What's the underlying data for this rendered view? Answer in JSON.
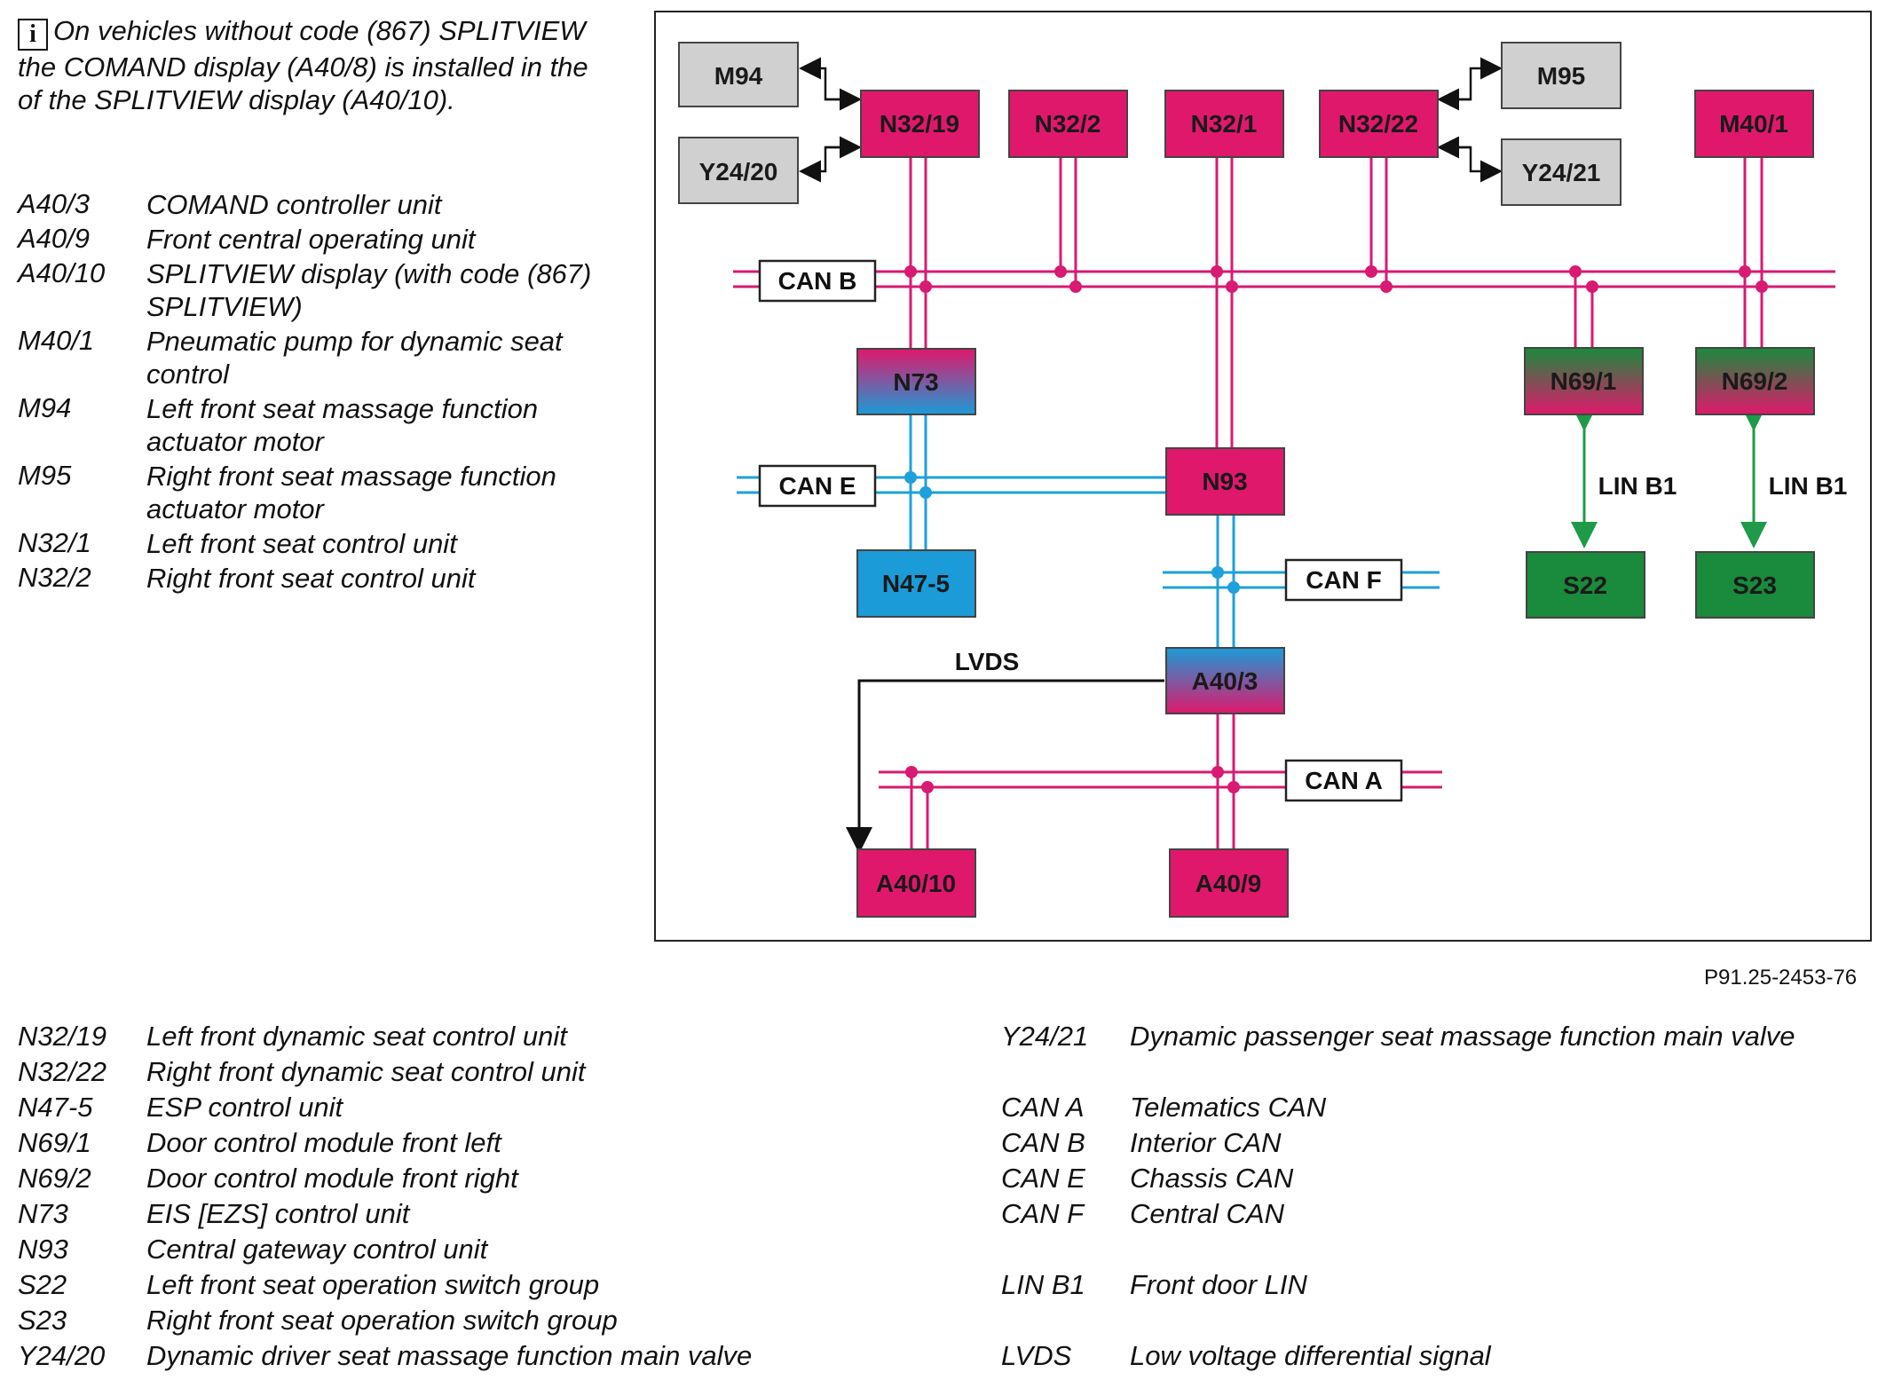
{
  "note": {
    "icon": "info-icon",
    "text": "On vehicles without code (867) SPLITVIEW the COMAND display (A40/8) is installed in the of the SPLITVIEW display (A40/10)."
  },
  "legend_top": [
    {
      "code": "A40/3",
      "desc": "COMAND controller unit"
    },
    {
      "code": "A40/9",
      "desc": "Front central operating unit"
    },
    {
      "code": "A40/10",
      "desc": "SPLITVIEW display (with code (867) SPLITVIEW)"
    },
    {
      "code": "M40/1",
      "desc": "Pneumatic pump for dynamic seat control"
    },
    {
      "code": "M94",
      "desc": "Left front seat massage function actuator motor"
    },
    {
      "code": "M95",
      "desc": "Right front seat massage function actuator motor"
    },
    {
      "code": "N32/1",
      "desc": "Left front seat control unit"
    },
    {
      "code": "N32/2",
      "desc": "Right front seat control unit"
    }
  ],
  "legend_bottom_left": [
    {
      "code": "N32/19",
      "desc": "Left front dynamic seat control unit"
    },
    {
      "code": "N32/22",
      "desc": "Right front dynamic seat control unit"
    },
    {
      "code": "N47-5",
      "desc": "ESP control unit"
    },
    {
      "code": "N69/1",
      "desc": "Door control module front left"
    },
    {
      "code": "N69/2",
      "desc": "Door control module front right"
    },
    {
      "code": "N73",
      "desc": "EIS [EZS] control unit"
    },
    {
      "code": "N93",
      "desc": "Central gateway control unit"
    },
    {
      "code": "S22",
      "desc": "Left front seat operation switch group"
    },
    {
      "code": "S23",
      "desc": "Right front seat operation switch group"
    },
    {
      "code": "Y24/20",
      "desc": "Dynamic driver seat massage function main valve"
    }
  ],
  "legend_bottom_right": [
    {
      "code": "Y24/21",
      "desc": "Dynamic passenger seat massage function main valve"
    },
    {
      "code": "CAN A",
      "desc": "Telematics CAN"
    },
    {
      "code": "CAN B",
      "desc": "Interior CAN"
    },
    {
      "code": "CAN E",
      "desc": "Chassis CAN"
    },
    {
      "code": "CAN F",
      "desc": "Central CAN"
    },
    {
      "code": "LIN B1",
      "desc": "Front door LIN"
    },
    {
      "code": "LVDS",
      "desc": "Low voltage differential signal"
    }
  ],
  "figure_id": "P91.25-2453-76",
  "diagram": {
    "boxes": {
      "m94": "M94",
      "y2420": "Y24/20",
      "n3219": "N32/19",
      "n322": "N32/2",
      "n321": "N32/1",
      "n3222": "N32/22",
      "m95": "M95",
      "y2421": "Y24/21",
      "m401": "M40/1",
      "n73": "N73",
      "n691": "N69/1",
      "n692": "N69/2",
      "n93": "N93",
      "n475": "N47-5",
      "s22": "S22",
      "s23": "S23",
      "a403": "A40/3",
      "a4010": "A40/10",
      "a409": "A40/9"
    },
    "buses": {
      "can_b": "CAN B",
      "can_e": "CAN E",
      "can_f": "CAN F",
      "can_a": "CAN A",
      "lin_left": "LIN B1",
      "lin_right": "LIN B1",
      "lvds": "LVDS"
    },
    "colors": {
      "magenta": "#E0186C",
      "cyan": "#1B9BD7",
      "green": "#1A8A3C",
      "gray": "#D0D0D0",
      "line_magenta": "#D81A72",
      "line_cyan": "#1EA0DC",
      "line_green": "#1E9A48"
    }
  }
}
